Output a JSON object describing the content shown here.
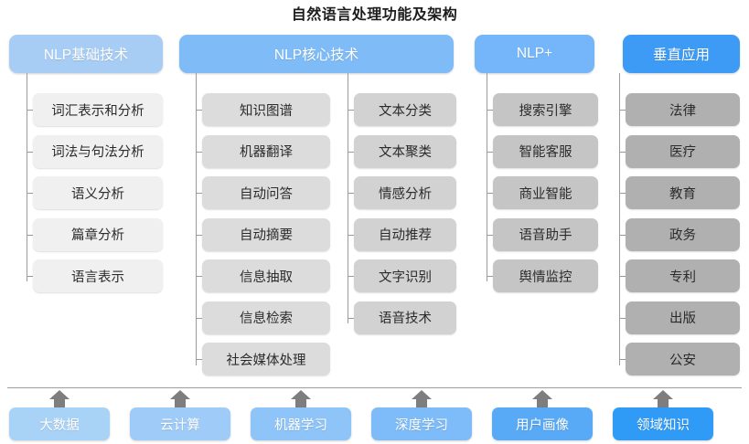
{
  "title": "自然语言处理功能及架构",
  "colors": {
    "header_1": "#a8cdf5",
    "header_2": "#7fbcf7",
    "header_3": "#74b6f9",
    "header_4": "#3d9bf5",
    "leaf_1": "#f0f0f0",
    "leaf_2": "#dcdcdc",
    "leaf_3": "#d2d2d2",
    "leaf_4": "#c5c5c5",
    "leaf_5": "#b0b0b0",
    "foot_1": "#a9d2f7",
    "foot_2": "#9ecbf7",
    "foot_3": "#8ec4f8",
    "foot_4": "#7dbcf9",
    "foot_5": "#58a9f6",
    "foot_6": "#309bf6",
    "line": "#9a9a9a",
    "arrow": "#7e7e7e",
    "title_text": "#1d1d1d"
  },
  "headers": [
    {
      "label": "NLP基础技术",
      "color_key": "header_1"
    },
    {
      "label": "NLP核心技术",
      "color_key": "header_2"
    },
    {
      "label": "NLP+",
      "color_key": "header_3"
    },
    {
      "label": "垂直应用",
      "color_key": "header_4"
    }
  ],
  "columns": [
    {
      "name": "nlp-basic",
      "parent": "NLP基础技术",
      "color_key": "leaf_1",
      "items": [
        "词汇表示和分析",
        "词法与句法分析",
        "语义分析",
        "篇章分析",
        "语言表示"
      ]
    },
    {
      "name": "nlp-core-a",
      "parent": "NLP核心技术",
      "color_key": "leaf_2",
      "items": [
        "知识图谱",
        "机器翻译",
        "自动问答",
        "自动摘要",
        "信息抽取",
        "信息检索",
        "社会媒体处理"
      ]
    },
    {
      "name": "nlp-core-b",
      "parent": "NLP核心技术",
      "color_key": "leaf_3",
      "items": [
        "文本分类",
        "文本聚类",
        "情感分析",
        "自动推荐",
        "文字识别",
        "语音技术"
      ]
    },
    {
      "name": "nlp-plus",
      "parent": "NLP+",
      "color_key": "leaf_4",
      "items": [
        "搜索引擎",
        "智能客服",
        "商业智能",
        "语音助手",
        "舆情监控"
      ]
    },
    {
      "name": "vertical-app",
      "parent": "垂直应用",
      "color_key": "leaf_5",
      "items": [
        "法律",
        "医疗",
        "教育",
        "政务",
        "专利",
        "出版",
        "公安"
      ]
    }
  ],
  "foundation": {
    "items": [
      {
        "label": "大数据",
        "color_key": "foot_1"
      },
      {
        "label": "云计算",
        "color_key": "foot_2"
      },
      {
        "label": "机器学习",
        "color_key": "foot_3"
      },
      {
        "label": "深度学习",
        "color_key": "foot_4"
      },
      {
        "label": "用户画像",
        "color_key": "foot_5"
      },
      {
        "label": "领域知识",
        "color_key": "foot_6"
      }
    ]
  }
}
